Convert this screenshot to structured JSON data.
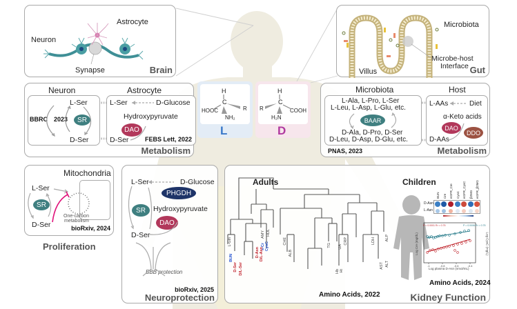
{
  "center": {
    "l_label": "L",
    "d_label": "D",
    "l_color": "#3a78c9",
    "d_color": "#b03aa0",
    "l_molecule": {
      "top": "H",
      "center": "C",
      "left": "HOOC",
      "right": "R",
      "bottom": "NH₂"
    },
    "d_molecule": {
      "top": "H",
      "center": "C",
      "left": "R",
      "right": "COOH",
      "bottom": "H₂N"
    }
  },
  "brain": {
    "title": "Brain",
    "labels": {
      "astrocyte": "Astrocyte",
      "neuron": "Neuron",
      "synapse": "Synapse"
    }
  },
  "gut": {
    "title": "Gut",
    "labels": {
      "microbiota": "Microbiota",
      "interface": "Microbe-host Interface",
      "interface_line1": "Microbe-host",
      "interface_line2": "Interface",
      "villus": "Villus"
    }
  },
  "brain_metabolism": {
    "title": "Metabolism",
    "neuron_heading": "Neuron",
    "astrocyte_heading": "Astrocyte",
    "neuron_lser": "L-Ser",
    "neuron_dser": "D-Ser",
    "citation_left": "BBRC",
    "citation_year": "2023",
    "enzyme_sr": "SR",
    "astro_lser": "L-Ser",
    "astro_glucose": "D-Glucose",
    "astro_hydroxy": "Hydroxypyruvate",
    "enzyme_dao": "DAO",
    "astro_dser": "D-Ser",
    "citation": "FEBS Lett, 2022"
  },
  "gut_metabolism": {
    "title": "Metabolism",
    "microbiota_heading": "Microbiota",
    "host_heading": "Host",
    "l_line1": "L-Ala, L-Pro, L-Ser",
    "l_line2": "L-Leu, L-Asp, L-Glu, etc.",
    "enzyme_baar": "BAAR",
    "d_line1": "D-Ala, D-Pro, D-Ser",
    "d_line2": "D-Leu, D-Asp, D-Glu, etc.",
    "host_laas": "L-AAs",
    "host_diet": "Diet",
    "host_keto": "α-Keto acids",
    "enzyme_dao": "DAO",
    "enzyme_ddo": "DDO",
    "host_daas": "D-AAs",
    "citation": "PNAS, 2023"
  },
  "proliferation": {
    "title": "Proliferation",
    "mito": "Mitochondria",
    "lser": "L-Ser",
    "dser": "D-Ser",
    "enzyme_sr": "SR",
    "one_carbon_1": "One-carbon",
    "one_carbon_2": "metabolism",
    "citation": "bioRxiv, 2024"
  },
  "neuroprotection": {
    "title": "Neuroprotection",
    "lser": "L-Ser",
    "glucose": "D-Glucose",
    "enzyme_phgdh": "PHGDH",
    "enzyme_sr": "SR",
    "hydroxy": "Hydroxypyruvate",
    "enzyme_dao": "DAO",
    "dser": "D-Ser",
    "bbb": "BBB protection",
    "citation": "bioRxiv, 2025"
  },
  "kidney": {
    "title": "Kidney Function",
    "adults_heading": "Adults",
    "children_heading": "Children",
    "citation_adults": "Amino Acids, 2022",
    "citation_children": "Amino Acids, 2024",
    "dendro_labels_blue": [
      "BUN",
      "s-Cr",
      "CysC"
    ],
    "dendro_labels_red": [
      "D-Ser",
      "D/L-Ser",
      "D-Asn",
      "D/L-Asn"
    ],
    "dendro_labels_gray": [
      "L-Gln",
      "AMY",
      "HDL",
      "ALB",
      "CHE",
      "TG",
      "UA",
      "CRP",
      "ALP",
      "LDH",
      "AST",
      "ALT",
      "Hb",
      "Ht"
    ],
    "heatmap": {
      "columns": [
        "BUN",
        "Cre",
        "eGFR_Cre",
        "CysC",
        "eGFR_CysC",
        "β2MG",
        "eGFR_β2MG"
      ],
      "rows": [
        {
          "name": "D-Asn",
          "colors": [
            "#3b7fc4",
            "#1f5aa5",
            "#b01e2a",
            "#3b7fc4",
            "#cc4a3a",
            "#2f6fb8",
            "#d8523d"
          ]
        },
        {
          "name": "L-Asn",
          "colors": [
            "#a8c8e8",
            "#9fc2e4",
            "#f2b4a0",
            "#dfe9f4",
            "#f5cdbf",
            "#dce8f3",
            "#f7d6c8"
          ]
        }
      ]
    },
    "scatter": {
      "xlabel": "Log plasma D-Asn (nmol/mL)",
      "ylabel_left": "Log Cre (mg/dL)",
      "ylabel_right": "Log CysC (mg/L)",
      "stats_red": "P < 0.0001  R² = 0.75",
      "stats_blue": "P = 0.0006  R² = 0.75",
      "xticks": [
        "-1",
        "-0.8",
        "-0.6",
        "-0.4"
      ],
      "red_color": "#c0282f",
      "blue_color": "#2a7d8c"
    }
  }
}
